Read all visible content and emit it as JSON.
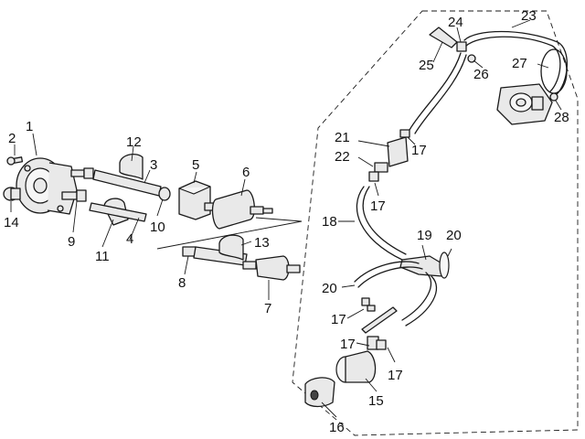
{
  "callouts": {
    "c1": "1",
    "c2": "2",
    "c3": "3",
    "c4": "4",
    "c5": "5",
    "c6": "6",
    "c7": "7",
    "c8": "8",
    "c9": "9",
    "c10": "10",
    "c11": "11",
    "c12": "12",
    "c13": "13",
    "c14": "14",
    "c15": "15",
    "c16": "16",
    "c17a": "17",
    "c17b": "17",
    "c17c": "17",
    "c17d": "17",
    "c17e": "17",
    "c18": "18",
    "c19": "19",
    "c20a": "20",
    "c20b": "20",
    "c21": "21",
    "c22": "22",
    "c23": "23",
    "c24": "24",
    "c25": "25",
    "c26": "26",
    "c27": "27",
    "c28": "28"
  }
}
